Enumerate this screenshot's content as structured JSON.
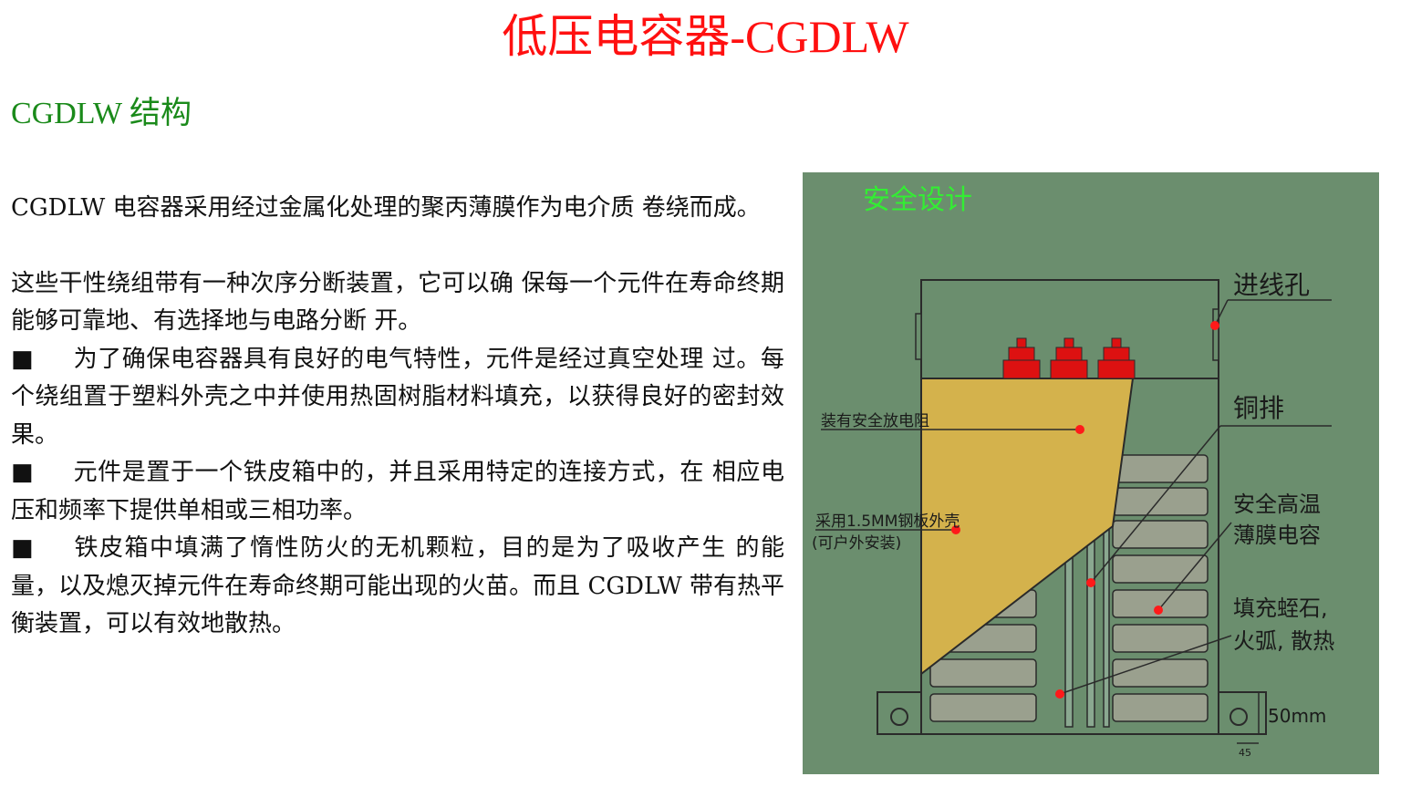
{
  "title": "低压电容器-CGDLW",
  "subtitle": "CGDLW 结构",
  "paragraphs": {
    "p1": " CGDLW 电容器采用经过金属化处理的聚丙薄膜作为电介质 卷绕而成。",
    "p2": "这些干性绕组带有一种次序分断装置，它可以确 保每一个元件在寿命终期能够可靠地、有选择地与电路分断 开。",
    "b1_marker": "■",
    "b1": "为了确保电容器具有良好的电气特性，元件是经过真空处理 过。每个绕组置于塑料外壳之中并使用热固树脂材料填充，以获得良好的密封效果。",
    "b2_marker": "■",
    "b2": "元件是置于一个铁皮箱中的，并且采用特定的连接方式，在 相应电压和频率下提供单相或三相功率。",
    "b3_marker": "■",
    "b3": "铁皮箱中填满了惰性防火的无机颗粒，目的是为了吸收产生 的能量，以及熄灭掉元件在寿命终期可能出现的火苗。而且 CGDLW 带有热平衡装置，可以有效地散热。"
  },
  "figure": {
    "heading": "安全设计",
    "label_inlet": "进线孔",
    "label_busbar": "铜排",
    "label_capacitor_1": "安全高温",
    "label_capacitor_2": "薄膜电容",
    "label_fill_1": "填充蛭石,",
    "label_fill_2": "火弧, 散热",
    "label_resistor": "装有安全放电阻",
    "label_casing_1": "采用1.5MM钢板外壳",
    "label_casing_2": "(可户外安装)",
    "label_dimension": "50mm",
    "label_small_dim": "45",
    "colors": {
      "background": "#6b8e6e",
      "heading": "#33ee33",
      "label": "#1a1a1a",
      "cover": "#d4b24c",
      "terminal": "#dd1111",
      "cell": "#9aa08e"
    }
  }
}
